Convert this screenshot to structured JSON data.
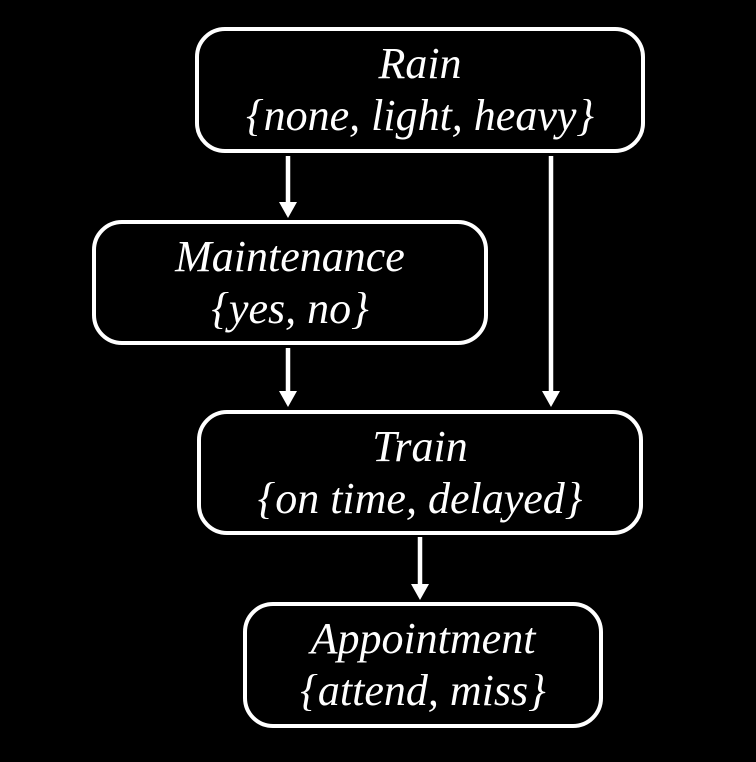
{
  "diagram": {
    "type": "bayesian-network",
    "background_color": "#000000",
    "node_border_color": "#ffffff",
    "node_fill_color": "#000000",
    "text_color": "#ffffff",
    "edge_color": "#ffffff",
    "nodes": {
      "rain": {
        "title": "Rain",
        "values": "{none, light, heavy}"
      },
      "maintenance": {
        "title": "Maintenance",
        "values": "{yes, no}"
      },
      "train": {
        "title": "Train",
        "values": "{on time, delayed}"
      },
      "appointment": {
        "title": "Appointment",
        "values": "{attend, miss}"
      }
    },
    "edges": [
      {
        "from": "rain",
        "to": "maintenance"
      },
      {
        "from": "rain",
        "to": "train"
      },
      {
        "from": "maintenance",
        "to": "train"
      },
      {
        "from": "train",
        "to": "appointment"
      }
    ]
  }
}
